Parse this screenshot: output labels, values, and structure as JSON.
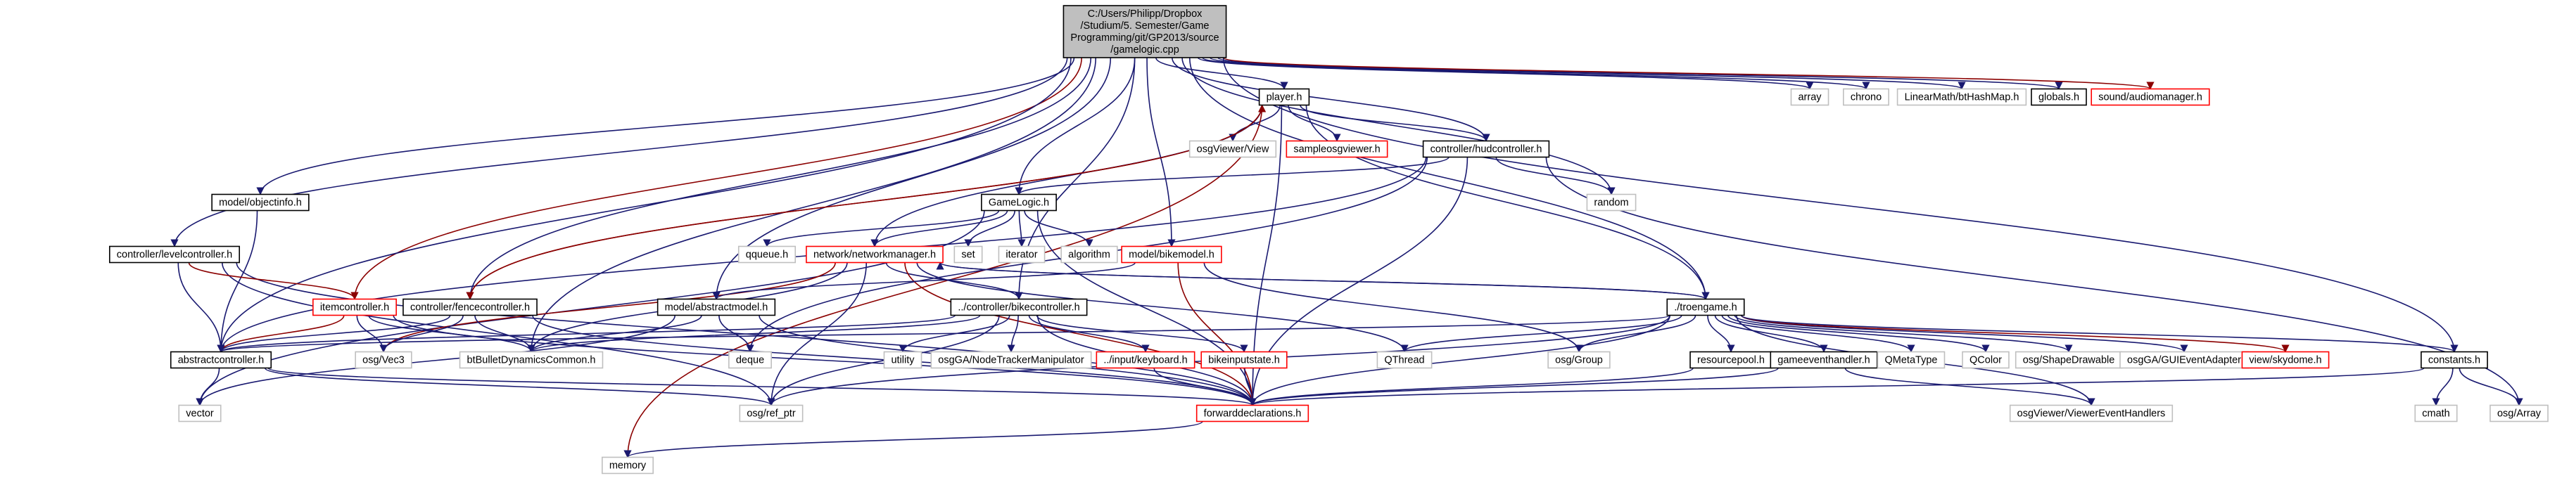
{
  "graph": {
    "root": "gamelogic",
    "colors": {
      "edge_include": "#191970",
      "edge_strong": "#8b0000",
      "root_fill": "#bfbfbf",
      "box_known": "#000000",
      "box_missing": "#ff0000",
      "box_system": "#bfbfbf"
    },
    "nodes": [
      {
        "id": "gamelogic",
        "kind": "root",
        "label": [
          "C:/Users/Philipp/Dropbox",
          "/Studium/5. Semester/Game",
          "Programming/git/GP2013/source",
          "/gamelogic.cpp"
        ]
      },
      {
        "id": "player",
        "kind": "file",
        "label": [
          "player.h"
        ]
      },
      {
        "id": "array",
        "kind": "system",
        "label": [
          "array"
        ]
      },
      {
        "id": "chrono",
        "kind": "system",
        "label": [
          "chrono"
        ]
      },
      {
        "id": "bthashmap",
        "kind": "system",
        "label": [
          "LinearMath/btHashMap.h"
        ]
      },
      {
        "id": "globals",
        "kind": "file",
        "label": [
          "globals.h"
        ]
      },
      {
        "id": "audiomanager",
        "kind": "missing",
        "label": [
          "sound/audiomanager.h"
        ]
      },
      {
        "id": "osgviewerview",
        "kind": "system",
        "label": [
          "osgViewer/View"
        ]
      },
      {
        "id": "sampleosgviewer",
        "kind": "missing",
        "label": [
          "sampleosgviewer.h"
        ]
      },
      {
        "id": "hudcontroller",
        "kind": "file",
        "label": [
          "controller/hudcontroller.h"
        ]
      },
      {
        "id": "objectinfo",
        "kind": "file",
        "label": [
          "model/objectinfo.h"
        ]
      },
      {
        "id": "random",
        "kind": "system",
        "label": [
          "random"
        ]
      },
      {
        "id": "gamelogich",
        "kind": "file",
        "label": [
          "GameLogic.h"
        ]
      },
      {
        "id": "levelcontroller",
        "kind": "file",
        "label": [
          "controller/levelcontroller.h"
        ]
      },
      {
        "id": "qqueue",
        "kind": "system",
        "label": [
          "qqueue.h"
        ]
      },
      {
        "id": "networkmanager",
        "kind": "missing",
        "label": [
          "network/networkmanager.h"
        ]
      },
      {
        "id": "set",
        "kind": "system",
        "label": [
          "set"
        ]
      },
      {
        "id": "iterator",
        "kind": "system",
        "label": [
          "iterator"
        ]
      },
      {
        "id": "algorithm",
        "kind": "system",
        "label": [
          "algorithm"
        ]
      },
      {
        "id": "bikemodel",
        "kind": "missing",
        "label": [
          "model/bikemodel.h"
        ]
      },
      {
        "id": "itemcontroller",
        "kind": "missing",
        "label": [
          "itemcontroller.h"
        ]
      },
      {
        "id": "fencecontroller",
        "kind": "file",
        "label": [
          "controller/fencecontroller.h"
        ]
      },
      {
        "id": "abstractmodel",
        "kind": "file",
        "label": [
          "model/abstractmodel.h"
        ]
      },
      {
        "id": "bikecontroller",
        "kind": "file",
        "label": [
          "../controller/bikecontroller.h"
        ]
      },
      {
        "id": "troengame",
        "kind": "file",
        "label": [
          "./troengame.h"
        ]
      },
      {
        "id": "abstractcontroller",
        "kind": "file",
        "label": [
          "abstractcontroller.h"
        ]
      },
      {
        "id": "osgvec3",
        "kind": "system",
        "label": [
          "osg/Vec3"
        ]
      },
      {
        "id": "btbulletdynamics",
        "kind": "system",
        "label": [
          "btBulletDynamicsCommon.h"
        ]
      },
      {
        "id": "deque",
        "kind": "system",
        "label": [
          "deque"
        ]
      },
      {
        "id": "utility",
        "kind": "system",
        "label": [
          "utility"
        ]
      },
      {
        "id": "nodetracker",
        "kind": "system",
        "label": [
          "osgGA/NodeTrackerManipulator"
        ]
      },
      {
        "id": "keyboard",
        "kind": "missing",
        "label": [
          "../input/keyboard.h"
        ]
      },
      {
        "id": "bikeinputstate",
        "kind": "missing",
        "label": [
          "bikeinputstate.h"
        ]
      },
      {
        "id": "qthread",
        "kind": "system",
        "label": [
          "QThread"
        ]
      },
      {
        "id": "osggroup",
        "kind": "system",
        "label": [
          "osg/Group"
        ]
      },
      {
        "id": "resourcepool",
        "kind": "file",
        "label": [
          "resourcepool.h"
        ]
      },
      {
        "id": "gameeventhandler",
        "kind": "file",
        "label": [
          "gameeventhandler.h"
        ]
      },
      {
        "id": "qmetatype",
        "kind": "system",
        "label": [
          "QMetaType"
        ]
      },
      {
        "id": "qcolor",
        "kind": "system",
        "label": [
          "QColor"
        ]
      },
      {
        "id": "shapedrawable",
        "kind": "system",
        "label": [
          "osg/ShapeDrawable"
        ]
      },
      {
        "id": "guieventadapter",
        "kind": "system",
        "label": [
          "osgGA/GUIEventAdapter"
        ]
      },
      {
        "id": "skydome",
        "kind": "missing",
        "label": [
          "view/skydome.h"
        ]
      },
      {
        "id": "constants",
        "kind": "file",
        "label": [
          "constants.h"
        ]
      },
      {
        "id": "vector",
        "kind": "system",
        "label": [
          "vector"
        ]
      },
      {
        "id": "osgrefptr",
        "kind": "system",
        "label": [
          "osg/ref_ptr"
        ]
      },
      {
        "id": "forwarddeclarations",
        "kind": "missing",
        "label": [
          "forwarddeclarations.h"
        ]
      },
      {
        "id": "viewereventhandlers",
        "kind": "system",
        "label": [
          "osgViewer/ViewerEventHandlers"
        ]
      },
      {
        "id": "cmath",
        "kind": "system",
        "label": [
          "cmath"
        ]
      },
      {
        "id": "osgarray",
        "kind": "system",
        "label": [
          "osg/Array"
        ]
      },
      {
        "id": "memory",
        "kind": "system",
        "label": [
          "memory"
        ]
      }
    ],
    "edges": [
      [
        "gamelogic",
        "player"
      ],
      [
        "gamelogic",
        "array"
      ],
      [
        "gamelogic",
        "chrono"
      ],
      [
        "gamelogic",
        "bthashmap"
      ],
      [
        "gamelogic",
        "globals"
      ],
      [
        "gamelogic",
        "audiomanager"
      ],
      [
        "gamelogic",
        "gamelogich"
      ],
      [
        "gamelogic",
        "objectinfo"
      ],
      [
        "gamelogic",
        "levelcontroller"
      ],
      [
        "gamelogic",
        "itemcontroller"
      ],
      [
        "gamelogic",
        "fencecontroller"
      ],
      [
        "gamelogic",
        "abstractmodel"
      ],
      [
        "gamelogic",
        "bikemodel"
      ],
      [
        "gamelogic",
        "bikecontroller"
      ],
      [
        "gamelogic",
        "troengame"
      ],
      [
        "gamelogic",
        "abstractcontroller"
      ],
      [
        "gamelogic",
        "constants"
      ],
      [
        "gamelogic",
        "random"
      ],
      [
        "gamelogic",
        "btbulletdynamics"
      ],
      [
        "gamelogic",
        "hudcontroller"
      ],
      [
        "player",
        "osgviewerview"
      ],
      [
        "player",
        "sampleosgviewer"
      ],
      [
        "player",
        "hudcontroller"
      ],
      [
        "player",
        "troengame"
      ],
      [
        "player",
        "fencecontroller"
      ],
      [
        "player",
        "forwarddeclarations"
      ],
      [
        "player",
        "memory"
      ],
      [
        "player",
        "networkmanager"
      ],
      [
        "hudcontroller",
        "random"
      ],
      [
        "hudcontroller",
        "gamelogich"
      ],
      [
        "hudcontroller",
        "abstractcontroller"
      ],
      [
        "hudcontroller",
        "forwarddeclarations"
      ],
      [
        "hudcontroller",
        "osgarray"
      ],
      [
        "hudcontroller",
        "deque"
      ],
      [
        "objectinfo",
        "abstractcontroller"
      ],
      [
        "gamelogich",
        "qqueue"
      ],
      [
        "gamelogich",
        "networkmanager"
      ],
      [
        "gamelogich",
        "set"
      ],
      [
        "gamelogich",
        "iterator"
      ],
      [
        "gamelogich",
        "algorithm"
      ],
      [
        "gamelogich",
        "forwarddeclarations"
      ],
      [
        "gamelogich",
        "vector"
      ],
      [
        "levelcontroller",
        "abstractcontroller"
      ],
      [
        "levelcontroller",
        "forwarddeclarations"
      ],
      [
        "levelcontroller",
        "osgrefptr"
      ],
      [
        "levelcontroller",
        "itemcontroller"
      ],
      [
        "networkmanager",
        "bikecontroller"
      ],
      [
        "networkmanager",
        "troengame"
      ],
      [
        "networkmanager",
        "osgrefptr"
      ],
      [
        "networkmanager",
        "osgvec3"
      ],
      [
        "networkmanager",
        "btbulletdynamics"
      ],
      [
        "networkmanager",
        "forwarddeclarations"
      ],
      [
        "networkmanager",
        "qthread"
      ],
      [
        "bikemodel",
        "abstractmodel"
      ],
      [
        "bikemodel",
        "forwarddeclarations"
      ],
      [
        "bikemodel",
        "osggroup"
      ],
      [
        "itemcontroller",
        "abstractcontroller"
      ],
      [
        "itemcontroller",
        "osgvec3"
      ],
      [
        "itemcontroller",
        "btbulletdynamics"
      ],
      [
        "itemcontroller",
        "forwarddeclarations"
      ],
      [
        "fencecontroller",
        "abstractcontroller"
      ],
      [
        "fencecontroller",
        "btbulletdynamics"
      ],
      [
        "fencecontroller",
        "forwarddeclarations"
      ],
      [
        "fencecontroller",
        "osgvec3"
      ],
      [
        "fencecontroller",
        "player"
      ],
      [
        "abstractmodel",
        "btbulletdynamics"
      ],
      [
        "abstractmodel",
        "deque"
      ],
      [
        "abstractmodel",
        "forwarddeclarations"
      ],
      [
        "abstractmodel",
        "vector"
      ],
      [
        "bikecontroller",
        "abstractcontroller"
      ],
      [
        "bikecontroller",
        "utility"
      ],
      [
        "bikecontroller",
        "nodetracker"
      ],
      [
        "bikecontroller",
        "keyboard"
      ],
      [
        "bikecontroller",
        "bikeinputstate"
      ],
      [
        "bikecontroller",
        "forwarddeclarations"
      ],
      [
        "bikecontroller",
        "osgrefptr"
      ],
      [
        "bikecontroller",
        "btbulletdynamics"
      ],
      [
        "troengame",
        "qthread"
      ],
      [
        "troengame",
        "osggroup"
      ],
      [
        "troengame",
        "resourcepool"
      ],
      [
        "troengame",
        "gameeventhandler"
      ],
      [
        "troengame",
        "qmetatype"
      ],
      [
        "troengame",
        "qcolor"
      ],
      [
        "troengame",
        "shapedrawable"
      ],
      [
        "troengame",
        "guieventadapter"
      ],
      [
        "troengame",
        "skydome"
      ],
      [
        "troengame",
        "constants"
      ],
      [
        "troengame",
        "forwarddeclarations"
      ],
      [
        "troengame",
        "osgrefptr"
      ],
      [
        "troengame",
        "viewereventhandlers"
      ],
      [
        "troengame",
        "abstractcontroller"
      ],
      [
        "troengame",
        "networkmanager"
      ],
      [
        "abstractcontroller",
        "vector"
      ],
      [
        "abstractcontroller",
        "osgrefptr"
      ],
      [
        "abstractcontroller",
        "forwarddeclarations"
      ],
      [
        "keyboard",
        "forwarddeclarations"
      ],
      [
        "bikeinputstate",
        "forwarddeclarations"
      ],
      [
        "resourcepool",
        "forwarddeclarations"
      ],
      [
        "gameeventhandler",
        "forwarddeclarations"
      ],
      [
        "gameeventhandler",
        "viewereventhandlers"
      ],
      [
        "constants",
        "cmath"
      ],
      [
        "constants",
        "osgarray"
      ],
      [
        "constants",
        "forwarddeclarations"
      ],
      [
        "forwarddeclarations",
        "memory"
      ]
    ]
  }
}
